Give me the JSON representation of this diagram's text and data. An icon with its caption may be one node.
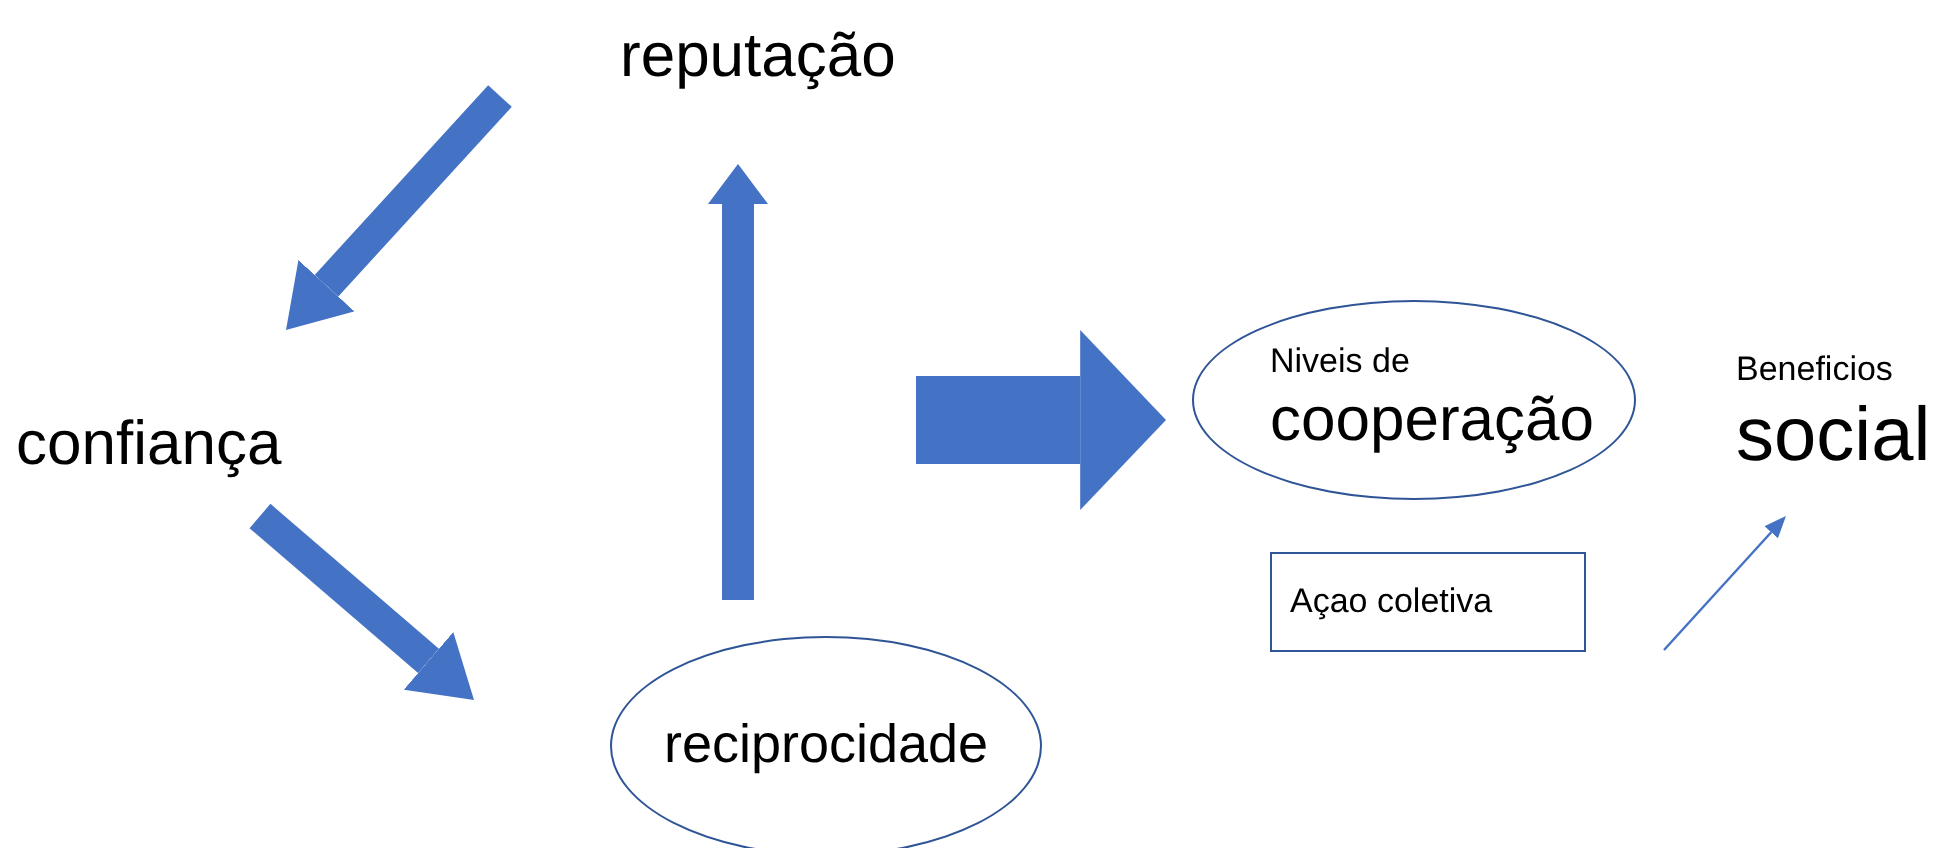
{
  "diagram": {
    "nodes": [
      {
        "text": [
          "reputação"
        ]
      },
      {
        "text": [
          "confiança"
        ]
      },
      {
        "text": [
          "reciprocidade"
        ]
      },
      {
        "text": [
          "Niveis de",
          "cooperação"
        ]
      },
      {
        "text": [
          "Açao coletiva"
        ]
      },
      {
        "text": [
          "Beneficios",
          "social"
        ]
      }
    ],
    "edges": [
      {
        "from": 0,
        "to": 1,
        "arrow": "to"
      },
      {
        "from": 1,
        "to": 2,
        "arrow": "to"
      },
      {
        "from": 2,
        "to": 0,
        "arrow": "to"
      },
      {
        "from": null,
        "to": 3,
        "arrow": "to",
        "style": "thick"
      },
      {
        "from": null,
        "to": 5,
        "arrow": "to"
      }
    ]
  }
}
